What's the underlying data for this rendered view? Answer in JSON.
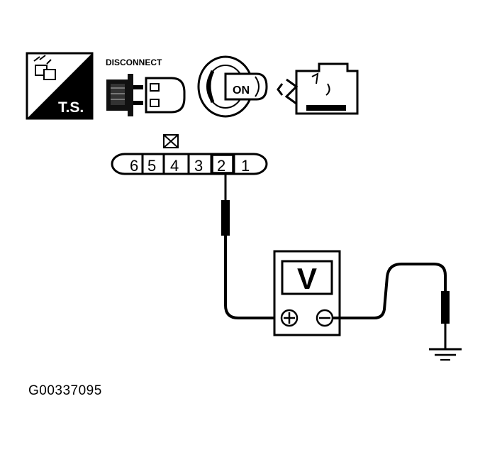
{
  "icons": {
    "troubleshoot_label": "T.S.",
    "disconnect_label": "DISCONNECT",
    "ignition_label": "ON"
  },
  "connector": {
    "pins": [
      "6",
      "5",
      "4",
      "3",
      "2",
      "1"
    ],
    "probed_pin": "2"
  },
  "meter": {
    "display": "V",
    "positive_symbol": "⊕",
    "negative_symbol": "⊖"
  },
  "figure_code": "G00337095"
}
